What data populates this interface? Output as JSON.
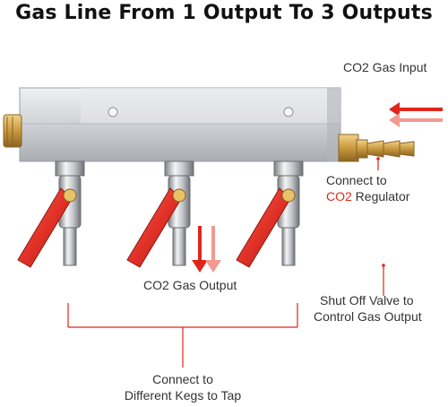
{
  "title": "Gas Line From 1 Output To 3 Outputs",
  "labels": {
    "input": "CO2 Gas Input",
    "connect_prefix": "Connect to",
    "connect_highlight": "CO2",
    "connect_suffix": " Regulator",
    "output": "CO2 Gas Output",
    "shutoff_line1": "Shut Off Valve to",
    "shutoff_line2": "Control Gas Output",
    "kegs_line1": "Connect to",
    "kegs_line2": "Different Kegs to Tap"
  },
  "colors": {
    "accent_red": "#e0261b",
    "handle_red": "#e23228",
    "manifold": "#c9ccd0",
    "brass": "#c8a050",
    "chrome": "#b9bcc0"
  },
  "icons": [
    "arrow-left-icon",
    "arrow-down-icon"
  ]
}
